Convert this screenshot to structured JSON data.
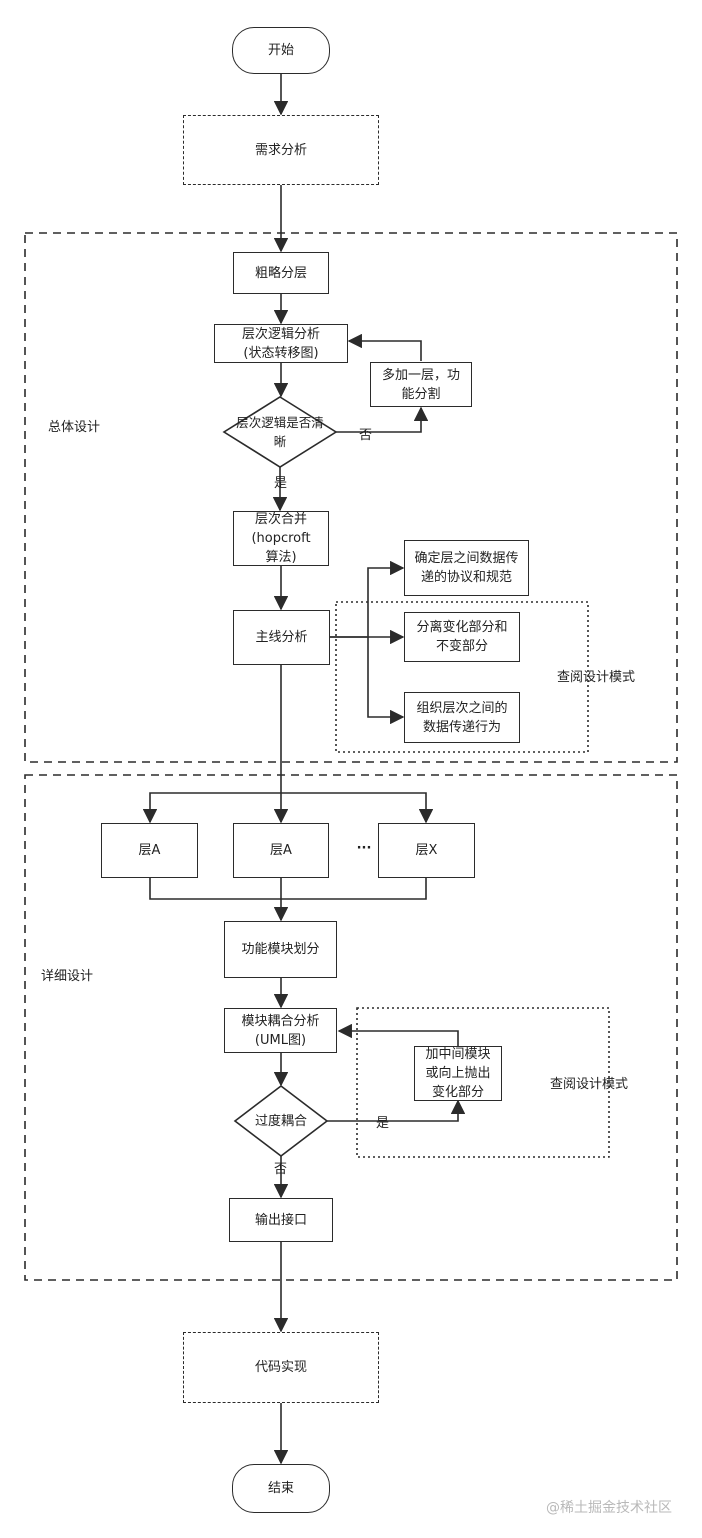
{
  "nodes": {
    "start": "开始",
    "requirements": "需求分析",
    "rough_layering": "粗略分层",
    "layer_logic": "层次逻辑分析\n(状态转移图)",
    "logic_clear": "层次逻辑是否清\n晰",
    "add_layer": "多加一层，功\n能分割",
    "merge_layers": "层次合并\n(hopcroft\n算法)",
    "mainline": "主线分析",
    "protocol": "确定层之间数据传\n递的协议和规范",
    "separate": "分离变化部分和\n不变部分",
    "organize": "组织层次之间的\n数据传递行为",
    "layer_a1": "层A",
    "layer_a2": "层A",
    "ellipsis": "···",
    "layer_x": "层X",
    "module_division": "功能模块划分",
    "coupling_analysis": "模块耦合分析\n(UML图)",
    "excess_coupling": "过度耦合",
    "add_middle": "加中间模块\n或向上抛出\n变化部分",
    "output_interface": "输出接口",
    "code": "代码实现",
    "end": "结束"
  },
  "edge_labels": {
    "no_1": "否",
    "yes_1": "是",
    "yes_2": "是",
    "no_2": "否"
  },
  "groups": {
    "overall_design": "总体设计",
    "detailed_design": "详细设计",
    "patterns_1": "查阅设计模式",
    "patterns_2": "查阅设计模式"
  },
  "watermark": "@稀土掘金技术社区"
}
